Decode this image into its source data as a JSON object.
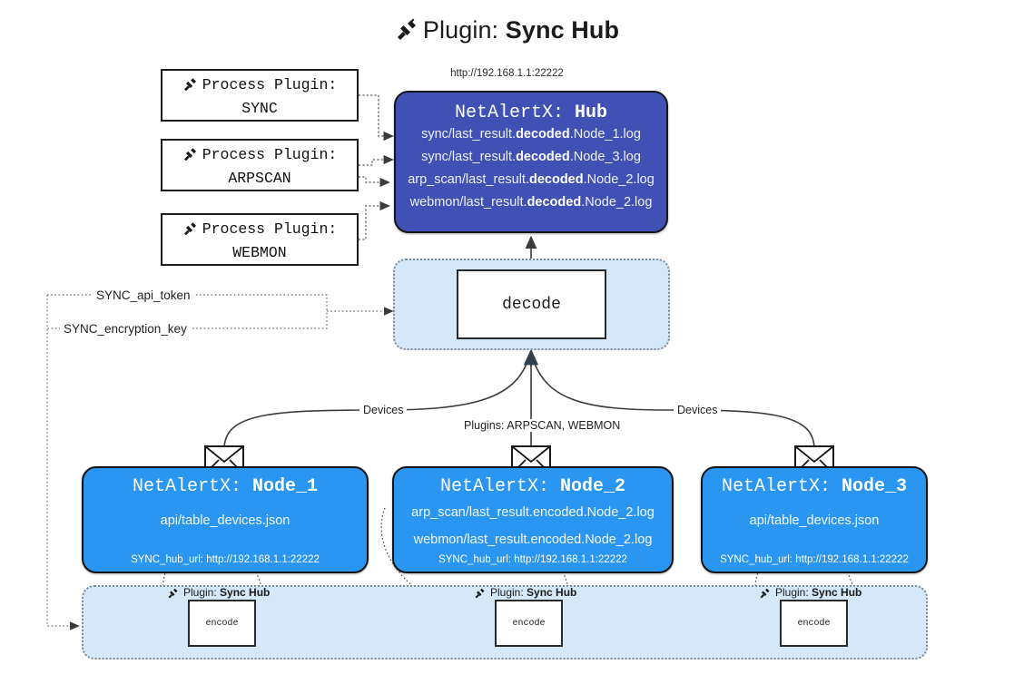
{
  "title": {
    "prefix": "Plugin: ",
    "name": "Sync Hub",
    "icon": "plug-icon"
  },
  "hub": {
    "url": "http://192.168.1.1:22222",
    "title_prefix": "NetAlertX: ",
    "title_name": "Hub",
    "color": "#4050b4",
    "lines": [
      {
        "pre": "sync/last_result.",
        "em": "decoded",
        "post": ".Node_1.log"
      },
      {
        "pre": "sync/last_result.",
        "em": "decoded",
        "post": ".Node_3.log"
      },
      {
        "pre": "arp_scan/last_result.",
        "em": "decoded",
        "post": ".Node_2.log"
      },
      {
        "pre": "webmon/last_result.",
        "em": "decoded",
        "post": ".Node_2.log"
      }
    ]
  },
  "process_plugins": [
    {
      "line1": "Process Plugin:",
      "line2": "SYNC",
      "icon": "plug-icon"
    },
    {
      "line1": "Process Plugin:",
      "line2": "ARPSCAN",
      "icon": "plug-icon"
    },
    {
      "line1": "Process Plugin:",
      "line2": "WEBMON",
      "icon": "plug-icon"
    }
  ],
  "decode": {
    "label": "decode",
    "container_color": "#d5e8fa"
  },
  "keys": [
    "SYNC_api_token",
    "SYNC_encryption_key"
  ],
  "edge_labels": {
    "devices_left": "Devices",
    "plugins_center": "Plugins: ARPSCAN, WEBMON",
    "devices_right": "Devices"
  },
  "nodes": [
    {
      "title_prefix": "NetAlertX: ",
      "title_name": "Node_1",
      "color": "#2b96f1",
      "lines": [
        "api/table_devices.json"
      ],
      "hub_url_label": "SYNC_hub_url: http://192.168.1.1:22222",
      "envelope_icon": "envelope-icon"
    },
    {
      "title_prefix": "NetAlertX: ",
      "title_name": "Node_2",
      "color": "#2b96f1",
      "lines": [
        "arp_scan/last_result.encoded.Node_2.log",
        "webmon/last_result.encoded.Node_2.log"
      ],
      "hub_url_label": "SYNC_hub_url: http://192.168.1.1:22222",
      "envelope_icon": "envelope-icon"
    },
    {
      "title_prefix": "NetAlertX: ",
      "title_name": "Node_3",
      "color": "#2b96f1",
      "lines": [
        "api/table_devices.json"
      ],
      "hub_url_label": "SYNC_hub_url: http://192.168.1.1:22222",
      "envelope_icon": "envelope-icon"
    }
  ],
  "encoders": [
    {
      "label": "encode",
      "plugin_prefix": "Plugin: ",
      "plugin_name": "Sync Hub",
      "icon": "plug-icon"
    },
    {
      "label": "encode",
      "plugin_prefix": "Plugin: ",
      "plugin_name": "Sync Hub",
      "icon": "plug-icon"
    },
    {
      "label": "encode",
      "plugin_prefix": "Plugin: ",
      "plugin_name": "Sync Hub",
      "icon": "plug-icon"
    }
  ]
}
